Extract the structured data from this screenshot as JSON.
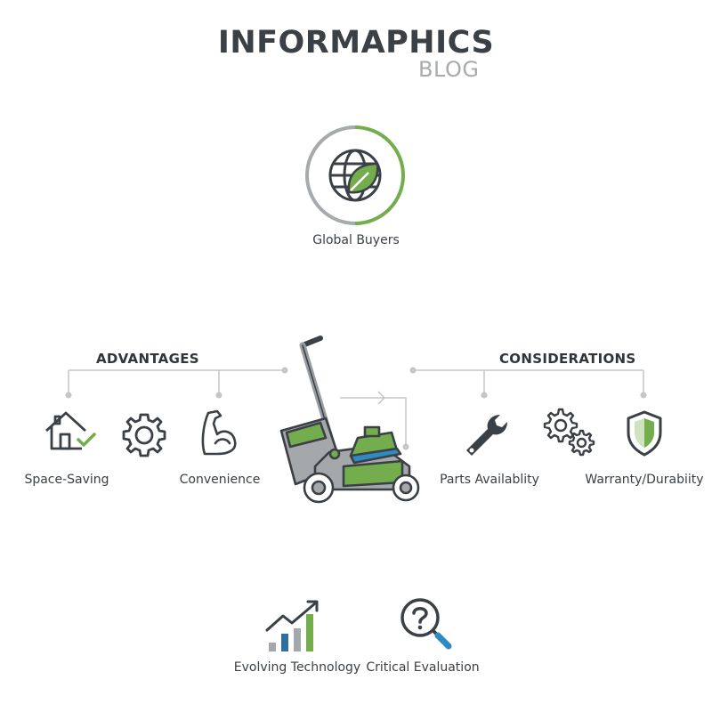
{
  "header": {
    "title": "INFORMAPHICS",
    "subtitle": "BLOG"
  },
  "hub": {
    "label": "Global Buyers",
    "icon": "globe-leaf-icon"
  },
  "advantages": {
    "heading": "ADVANTAGES",
    "items": [
      {
        "label": "Space-Saving",
        "icon": "house-check-icon"
      },
      {
        "label": "",
        "icon": "gear-icon"
      },
      {
        "label": "Convenience",
        "icon": "flexed-arm-icon"
      }
    ]
  },
  "center": {
    "icon": "lawn-mower-icon"
  },
  "considerations": {
    "heading": "CONSIDERATIONS",
    "items": [
      {
        "label": "Parts Availablity",
        "icon": "wrench-icon"
      },
      {
        "label": "",
        "icon": "gears-icon"
      },
      {
        "label": "Warranty/Durabiity",
        "icon": "shield-icon"
      }
    ]
  },
  "footer": {
    "items": [
      {
        "label": "Evolving Technology",
        "icon": "growth-chart-icon"
      },
      {
        "label": "Critical Evaluation",
        "icon": "question-magnifier-icon"
      }
    ]
  },
  "colors": {
    "accent": "#74ad4d",
    "dark": "#3b4046",
    "gray": "#9a9ea2",
    "blue": "#2e6f9e"
  }
}
